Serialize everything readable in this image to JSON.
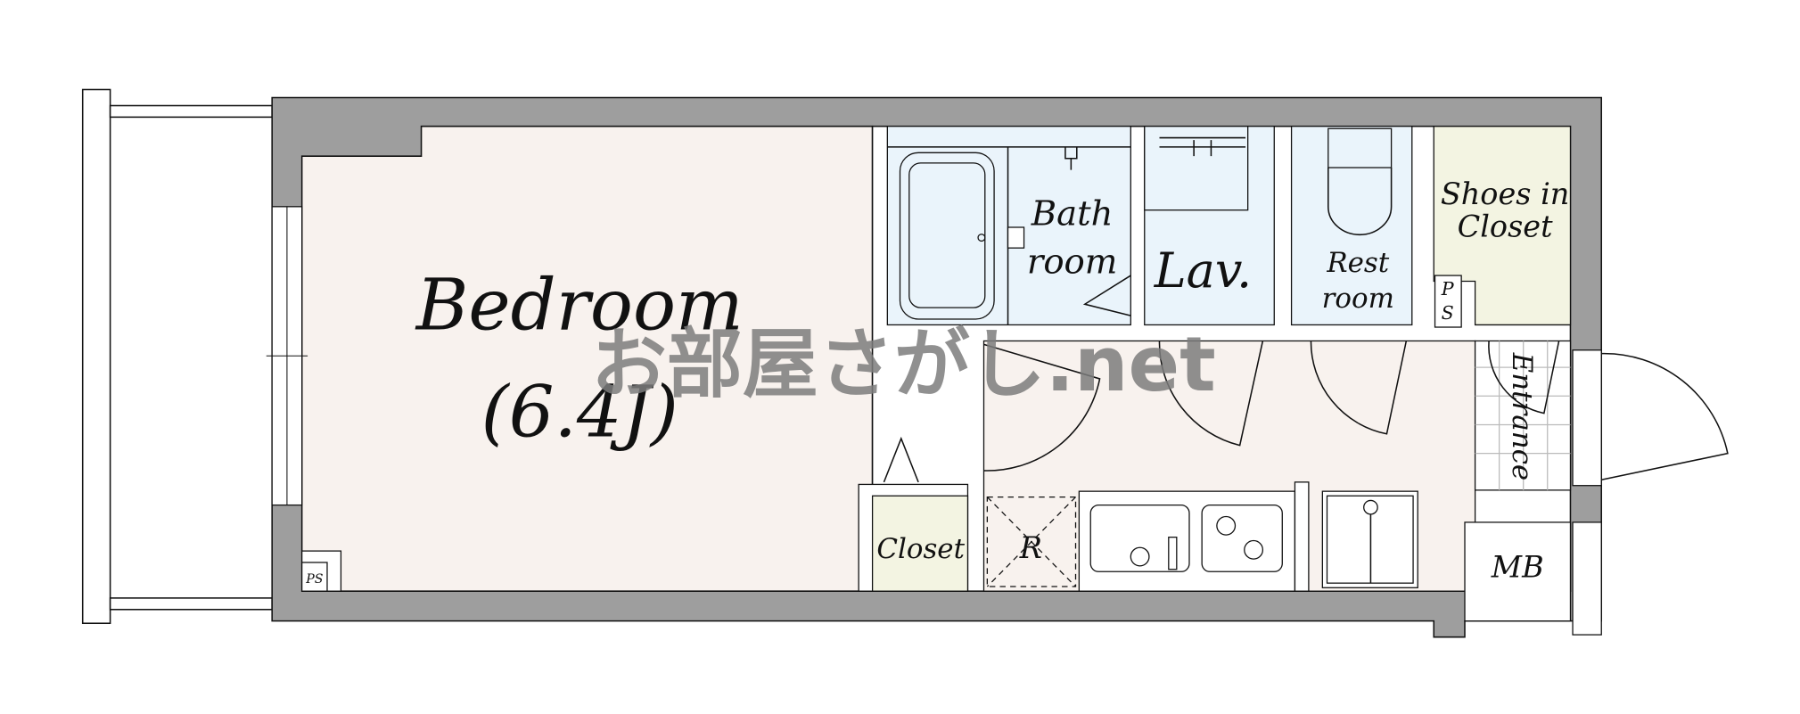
{
  "floorplan": {
    "rooms": {
      "bedroom": "Bedroom",
      "bedroom_size": "(6.4J)",
      "bath_line1": "Bath",
      "bath_line2": "room",
      "lav": "Lav.",
      "rest_line1": "Rest",
      "rest_line2": "room",
      "shoes_line1": "Shoes in",
      "shoes_line2": "Closet",
      "closet": "Closet",
      "refrigerator": "R",
      "entrance": "Entrance",
      "mb": "MB",
      "ps_upper_1": "P",
      "ps_upper_2": "S",
      "ps_lower": "PS"
    },
    "watermark": "お部屋さがし.net",
    "colors": {
      "wall": "#9e9e9e",
      "bedroom": "#f8f2ee",
      "wet_area": "#eaf4fb",
      "closet": "#f3f4e2"
    }
  }
}
